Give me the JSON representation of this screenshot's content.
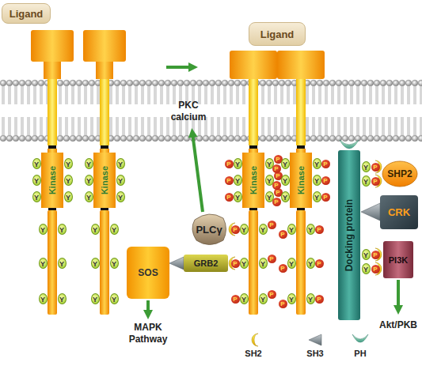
{
  "diagram": {
    "nodes": [
      {
        "text": [
          "Ligand"
        ]
      },
      {
        "text": [
          "Ligand"
        ]
      },
      {
        "text": [
          "Kinase"
        ]
      },
      {
        "text": [
          "Kinase"
        ]
      },
      {
        "text": [
          "Kinase"
        ]
      },
      {
        "text": [
          "Kinase"
        ]
      },
      {
        "text": [
          "Docking protein"
        ]
      },
      {
        "text": [
          "SHP2"
        ]
      },
      {
        "text": [
          "CRK"
        ]
      },
      {
        "text": [
          "PLCγ"
        ]
      },
      {
        "text": [
          "SOS"
        ]
      },
      {
        "text": [
          "GRB2"
        ]
      },
      {
        "text": [
          "PI3K"
        ]
      }
    ],
    "labels": [
      "PKC calcium",
      "MAPK Pathway",
      "Akt/PKB",
      "Y",
      "Y",
      "Y",
      "Y",
      "Y",
      "Y",
      "Y",
      "Y",
      "Y",
      "Y",
      "Y",
      "Y",
      "Y",
      "Y",
      "Y",
      "Y",
      "Y",
      "Y",
      "Y",
      "Y",
      "Y",
      "Y",
      "Y",
      "Y",
      "Y",
      "P",
      "Y",
      "P",
      "Y",
      "P",
      "Y",
      "P",
      "Y",
      "P",
      "Y",
      "P",
      "Y",
      "P",
      "Y",
      "P",
      "Y",
      "P",
      "Y",
      "P",
      "Y",
      "P",
      "Y",
      "P",
      "Y",
      "P",
      "Y",
      "P",
      "Y",
      "P",
      "Y",
      "P",
      "Y",
      "P",
      "Y",
      "P",
      "Y",
      "P",
      "Y",
      "P",
      "Y",
      "P",
      "Y",
      "P",
      "Y",
      "P",
      "Y",
      "P",
      "Y",
      "P",
      "Y",
      "P",
      "Y",
      "P",
      "Y",
      "P"
    ],
    "legend": [
      {
        "text": "SH2"
      },
      {
        "text": "SH3"
      },
      {
        "text": "PH"
      }
    ]
  }
}
